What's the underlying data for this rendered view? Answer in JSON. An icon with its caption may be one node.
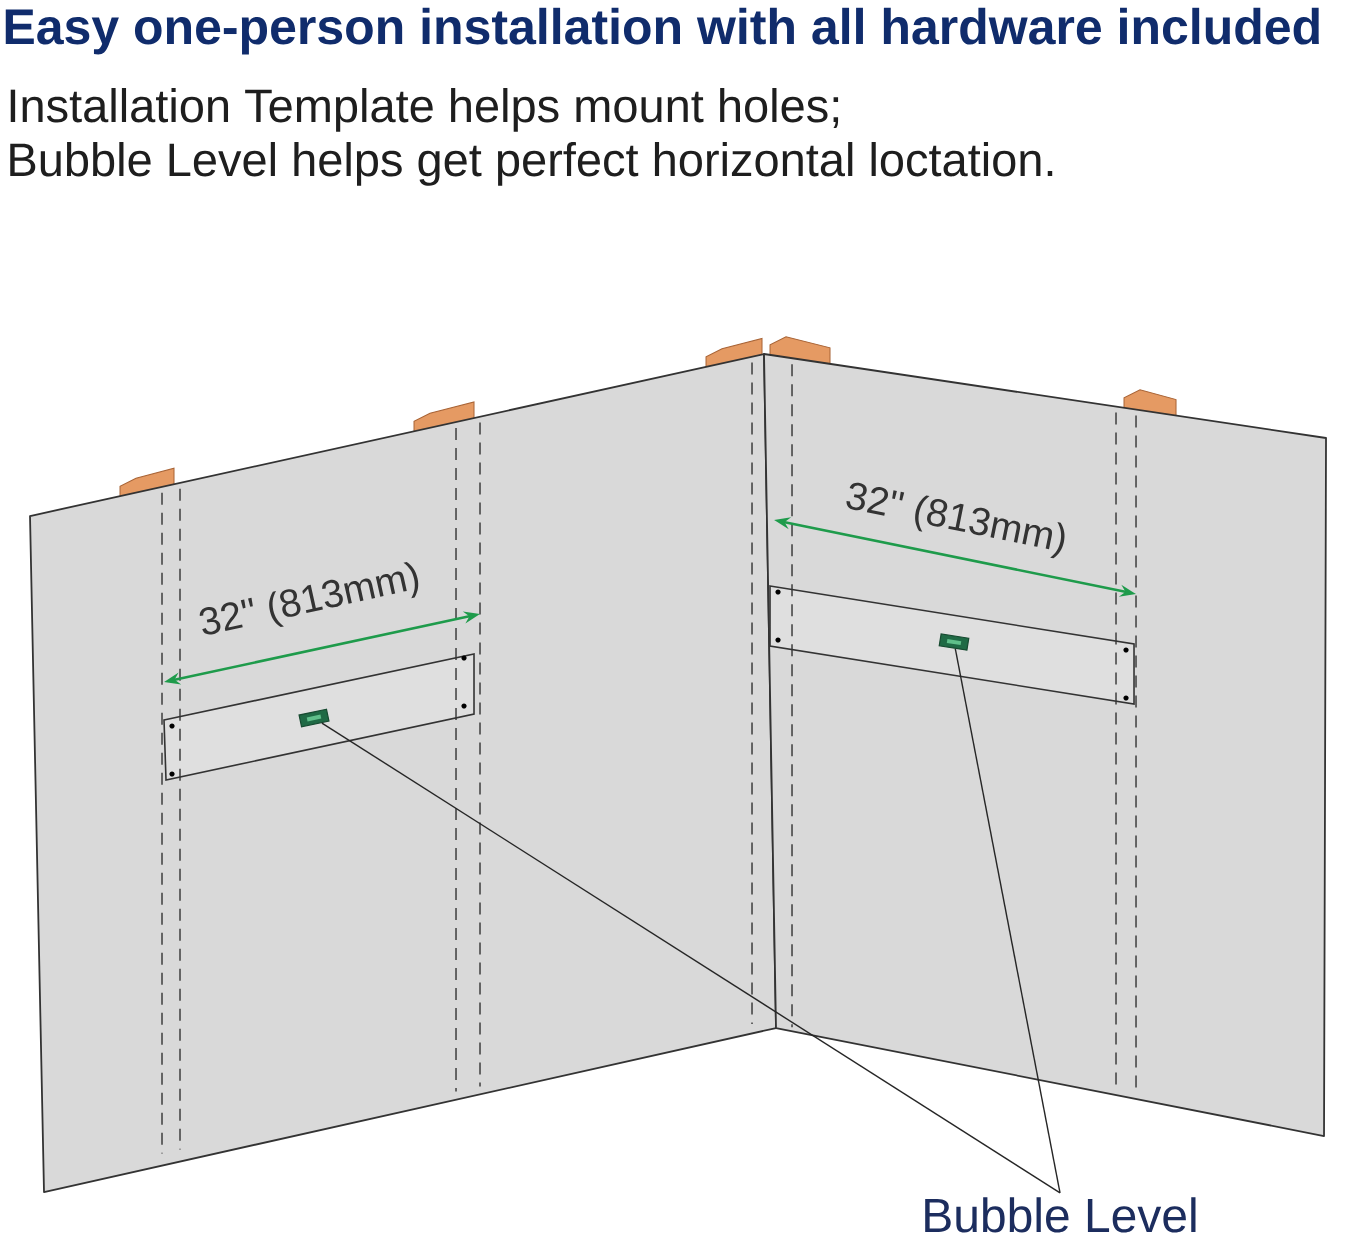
{
  "diagram": {
    "title": "Easy one-person installation with all hardware included",
    "nodes": [
      {
        "text": [],
        "shape": "box"
      },
      {
        "text": [],
        "shape": "box"
      },
      {
        "text": [
          "Bubble Level"
        ]
      }
    ],
    "edges": [
      {
        "from": 2,
        "to": 0,
        "arrow": "none"
      },
      {
        "from": 2,
        "to": 1,
        "arrow": "none"
      }
    ],
    "labels": [
      "Installation Template helps mount holes;",
      "Bubble Level helps get perfect horizontal loctation.",
      "32'' (813mm)",
      "32'' (813mm)"
    ]
  }
}
